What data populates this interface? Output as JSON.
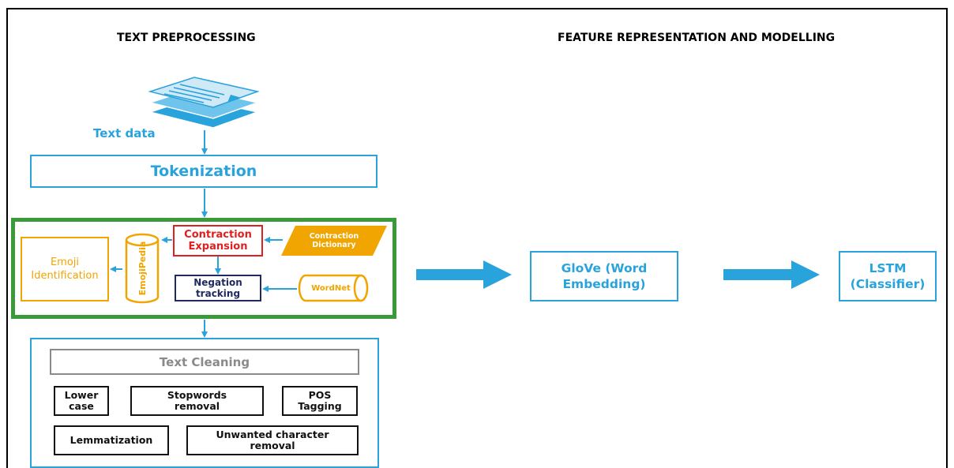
{
  "headers": {
    "text_preprocessing": "TEXT PREPROCESSING",
    "feature_modelling": "FEATURE REPRESENTATION AND MODELLING"
  },
  "input": {
    "label": "Text data"
  },
  "tokenization": {
    "label": "Tokenization"
  },
  "normalization": {
    "emoji_identification": "Emoji\nIdentification",
    "emojipedia": "EmojiPedia",
    "contraction_expansion": "Contraction\nExpansion",
    "contraction_dictionary": "Contraction\nDictionary",
    "negation_tracking": "Negation\ntracking",
    "wordnet": "WordNet"
  },
  "cleaning": {
    "title": "Text Cleaning",
    "steps": {
      "lower_case": "Lower\ncase",
      "stopwords_removal": "Stopwords\nremoval",
      "pos_tagging": "POS\nTagging",
      "lemmatization": "Lemmatization",
      "unwanted_character_removal": "Unwanted character\nremoval"
    }
  },
  "modelling": {
    "glove": "GloVe (Word\nEmbedding)",
    "lstm": "LSTM\n(Classifier)"
  },
  "colors": {
    "blue": "#29a3dc",
    "green": "#3a9a3a",
    "orange": "#f0a500",
    "red": "#e02020",
    "navy": "#1f2a60",
    "gray": "#8a8a8a"
  }
}
